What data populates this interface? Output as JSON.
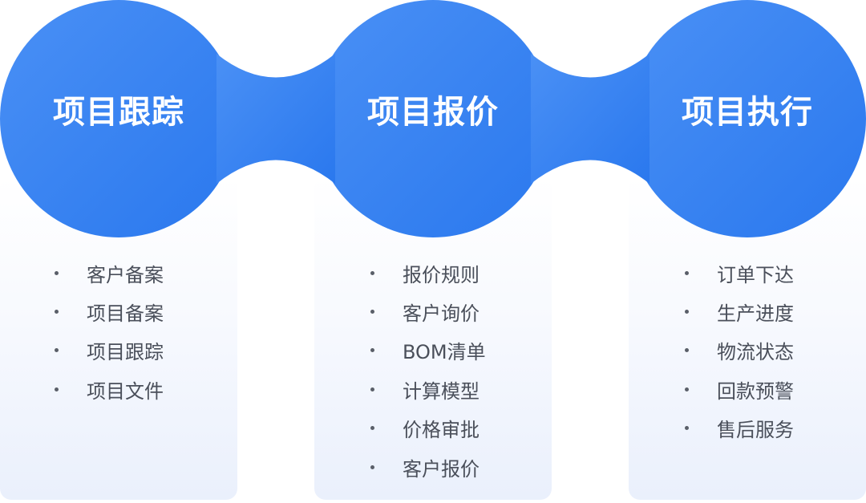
{
  "colors": {
    "blob_light": "#4a90f5",
    "blob_dark": "#2a78ee",
    "card_top": "#ffffff",
    "card_bottom": "#eaf0fc",
    "title_text": "#ffffff",
    "item_text": "#4a4f5a"
  },
  "stages": [
    {
      "title": "项目跟踪",
      "items": [
        "客户备案",
        "项目备案",
        "项目跟踪",
        "项目文件"
      ]
    },
    {
      "title": "项目报价",
      "items": [
        "报价规则",
        "客户询价",
        "BOM清单",
        "计算模型",
        "价格审批",
        "客户报价"
      ]
    },
    {
      "title": "项目执行",
      "items": [
        "订单下达",
        "生产进度",
        "物流状态",
        "回款预警",
        "售后服务"
      ]
    }
  ]
}
